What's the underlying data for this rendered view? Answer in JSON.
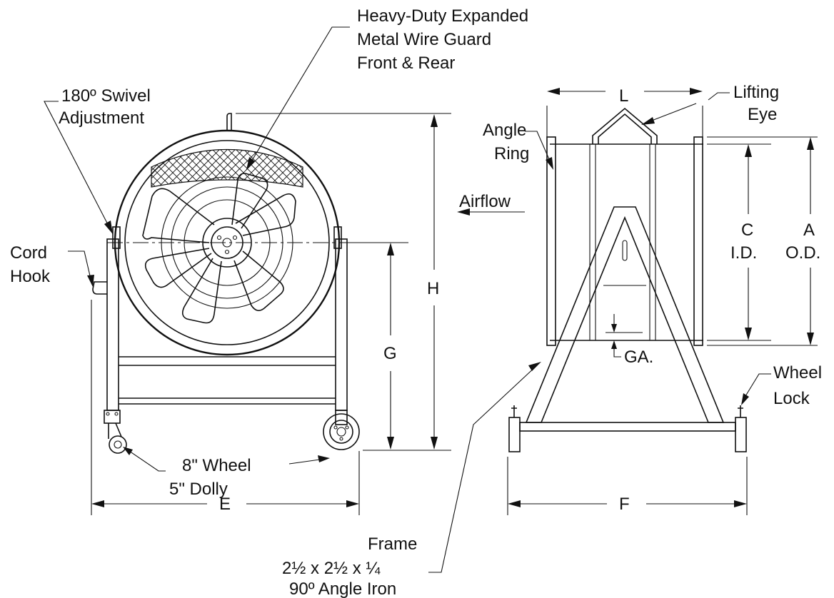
{
  "labels": {
    "guard_line1": "Heavy-Duty Expanded",
    "guard_line2": "Metal Wire Guard",
    "guard_line3": "Front & Rear",
    "swivel_line1": "180º Swivel",
    "swivel_line2": "Adjustment",
    "cord_line1": "Cord",
    "cord_line2": "Hook",
    "airflow": "Airflow",
    "wheel8": "8\"  Wheel",
    "dolly5": "5\"  Dolly",
    "frame_line1": "Frame",
    "frame_line2": "2½  x  2½ x  ¼",
    "frame_line3": "90º  Angle Iron",
    "lifting_line1": "Lifting",
    "lifting_line2": "Eye",
    "angle_ring_line1": "Angle",
    "angle_ring_line2": "Ring",
    "gauge": "GA.",
    "wheel_lock_line1": "Wheel",
    "wheel_lock_line2": "Lock"
  },
  "dimensions": {
    "E": "E",
    "G": "G",
    "H": "H",
    "L": "L",
    "C": "C",
    "C_sub": "I.D.",
    "A": "A",
    "A_sub": "O.D.",
    "F": "F"
  }
}
